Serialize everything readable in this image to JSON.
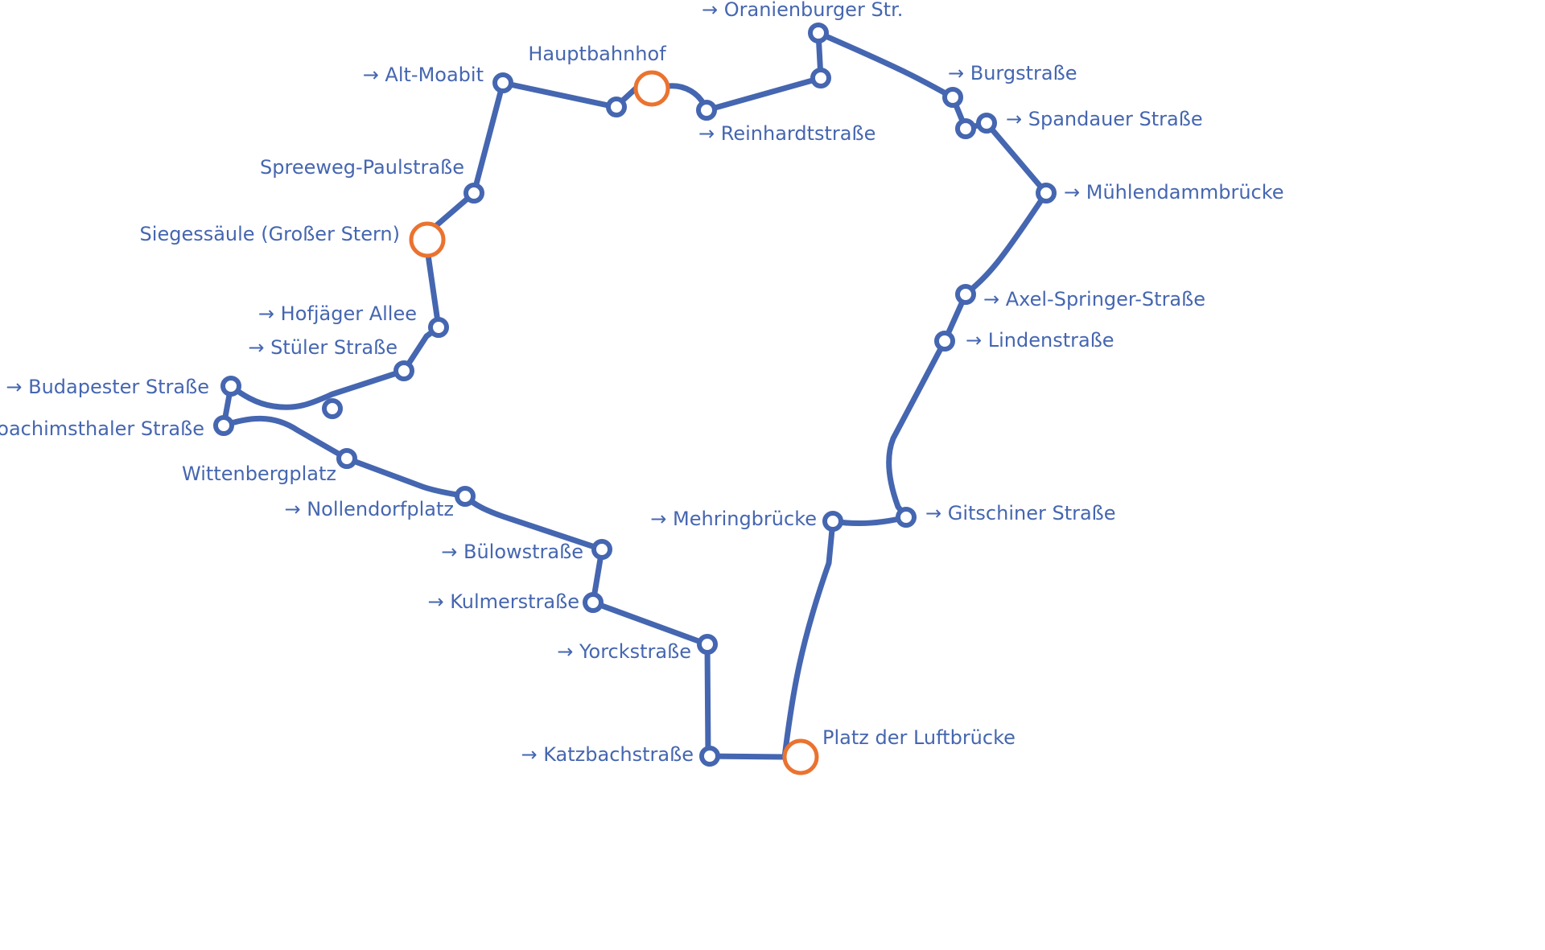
{
  "colors": {
    "line": "#4566b0",
    "major_stop": "#ea7330",
    "label": "#4566b0",
    "background": "#ffffff"
  },
  "stops": [
    {
      "label": "Hauptbahnhof",
      "type": "major"
    },
    {
      "label": "→ Reinhardtstraße",
      "type": "minor"
    },
    {
      "label": "→ Oranienburger Str.",
      "type": "minor"
    },
    {
      "label": "→ Burgstraße",
      "type": "minor"
    },
    {
      "label": "→ Spandauer Straße",
      "type": "minor"
    },
    {
      "label": "→ Mühlendammbrücke",
      "type": "minor"
    },
    {
      "label": "→ Axel-Springer-Straße",
      "type": "minor"
    },
    {
      "label": "→ Lindenstraße",
      "type": "minor"
    },
    {
      "label": "→ Gitschiner Straße",
      "type": "minor"
    },
    {
      "label": "→ Mehringbrücke",
      "type": "minor"
    },
    {
      "label": "Platz der Luftbrücke",
      "type": "major"
    },
    {
      "label": "→ Katzbachstraße",
      "type": "minor"
    },
    {
      "label": "→ Yorckstraße",
      "type": "minor"
    },
    {
      "label": "→ Kulmerstraße",
      "type": "minor"
    },
    {
      "label": "→ Bülowstraße",
      "type": "minor"
    },
    {
      "label": "→ Nollendorfplatz",
      "type": "minor"
    },
    {
      "label": "Wittenbergplatz",
      "type": "minor"
    },
    {
      "label": "→ Joachimsthaler Straße",
      "type": "minor"
    },
    {
      "label": "→ Budapester Straße",
      "type": "minor"
    },
    {
      "label": "→ Stüler Straße",
      "type": "minor"
    },
    {
      "label": "→ Hofjäger Allee",
      "type": "minor"
    },
    {
      "label": "Siegessäule (Großer Stern)",
      "type": "major"
    },
    {
      "label": "Spreeweg-Paulstraße",
      "type": "minor"
    },
    {
      "label": "→ Alt-Moabit",
      "type": "minor"
    }
  ]
}
